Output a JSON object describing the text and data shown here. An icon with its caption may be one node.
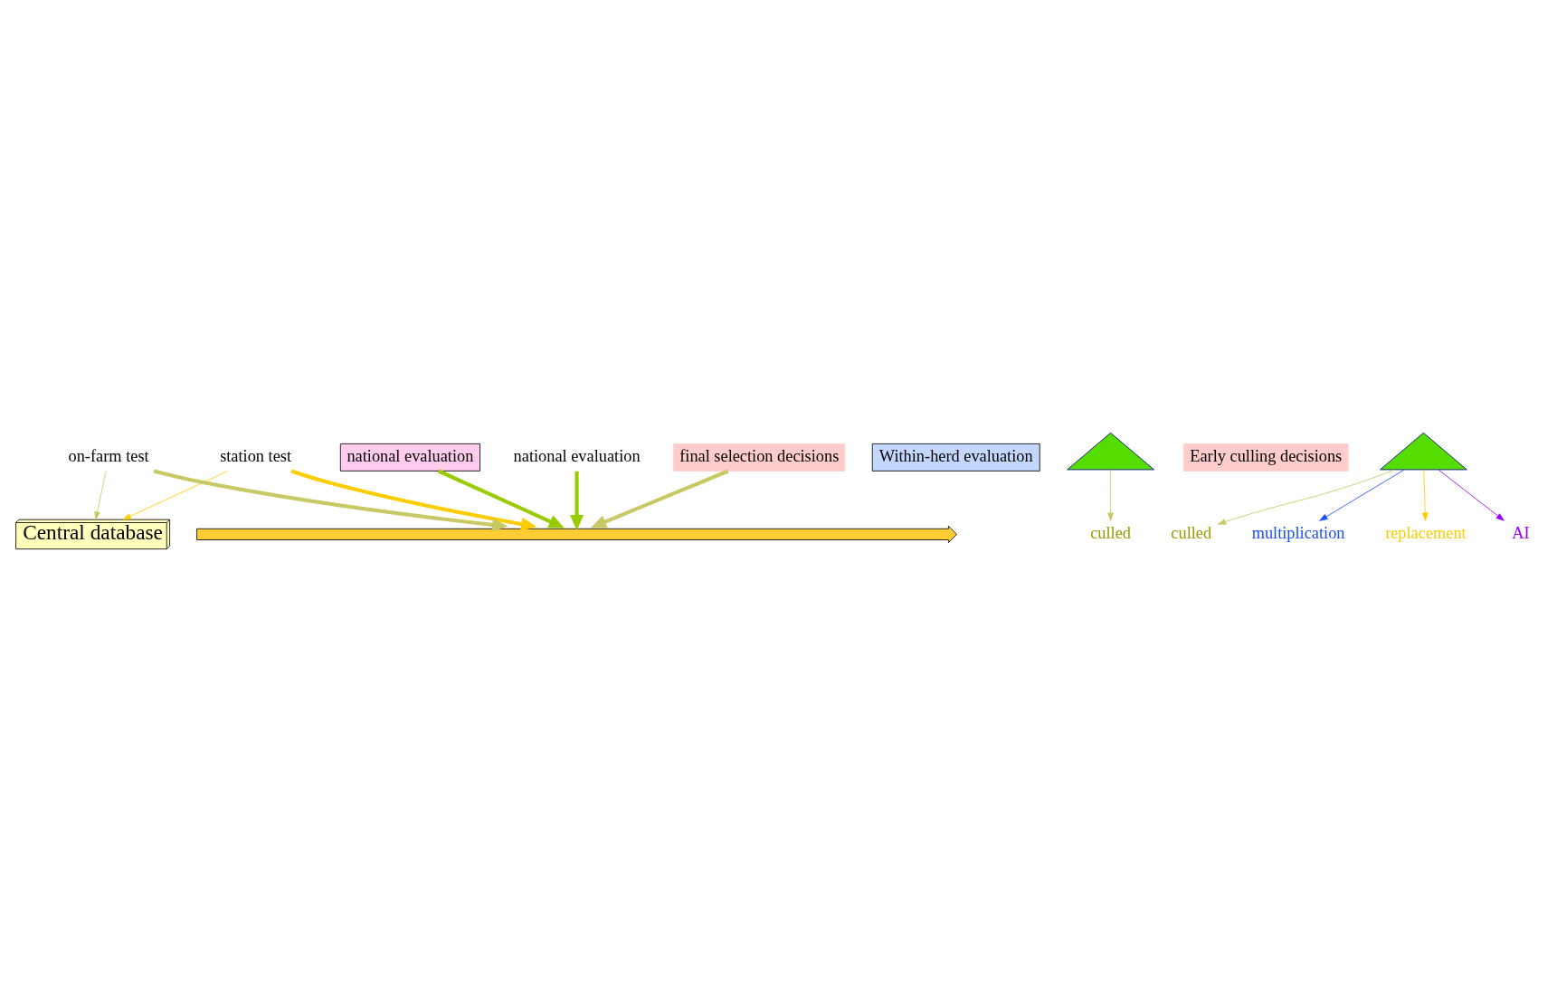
{
  "diagram": {
    "nodes": [
      {
        "text": [
          "Central database"
        ]
      },
      {
        "text": [
          "national evaluation"
        ]
      },
      {
        "text": [
          "national evaluation"
        ]
      },
      {
        "text": [
          "station test"
        ]
      },
      {
        "text": [],
        "shape": "bar"
      },
      {
        "text": [
          "on-farm test"
        ]
      },
      {
        "text": [
          "Within-herd evaluation"
        ]
      },
      {
        "text": [],
        "shape": "curve"
      },
      {
        "text": [
          "Early culling decisions"
        ]
      },
      {
        "text": [
          "culled"
        ]
      },
      {
        "text": [
          "final selection decisions"
        ]
      },
      {
        "text": [],
        "shape": "curve"
      },
      {
        "text": [
          "culled"
        ]
      },
      {
        "text": [
          "multiplication"
        ]
      },
      {
        "text": [
          "replacement"
        ]
      },
      {
        "text": [
          "AI"
        ]
      }
    ],
    "edges": [
      {
        "from": 2,
        "to": 4,
        "arrow": "to",
        "style": "thick",
        "color": "#99cc00"
      },
      {
        "from": 3,
        "to": 4,
        "arrow": "to",
        "style": "thick",
        "color": "#ffcc00"
      },
      {
        "from": 3,
        "to": 0,
        "arrow": "to",
        "color": "#ffcc00"
      },
      {
        "from": 1,
        "to": 4,
        "arrow": "to",
        "style": "thick",
        "color": "#99cc00"
      },
      {
        "from": 5,
        "to": 4,
        "arrow": "to",
        "style": "thick",
        "color": "#c8c864"
      },
      {
        "from": 5,
        "to": 0,
        "arrow": "to",
        "color": "#c8c864"
      },
      {
        "from": 10,
        "to": 4,
        "arrow": "to",
        "style": "thick",
        "color": "#c8c864"
      },
      {
        "from": 7,
        "to": 9,
        "arrow": "to",
        "color": "#c8c864"
      },
      {
        "from": 11,
        "to": 12,
        "arrow": "to",
        "color": "#c8c864"
      },
      {
        "from": 11,
        "to": 13,
        "arrow": "to",
        "color": "#1a4dff"
      },
      {
        "from": 11,
        "to": 14,
        "arrow": "to",
        "color": "#ffcc00"
      },
      {
        "from": 11,
        "to": 15,
        "arrow": "to",
        "color": "#9900ff"
      }
    ]
  }
}
